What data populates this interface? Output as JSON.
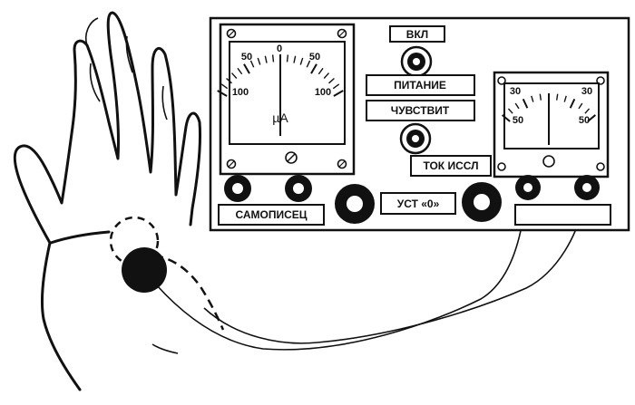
{
  "device": {
    "power_switch_label": "ВКЛ",
    "power_label": "ПИТАНИЕ",
    "sensitivity_label": "ЧУВСТВИТ",
    "test_current_label": "ТОК ИССЛ",
    "recorder_label": "САМОПИСЕЦ",
    "zero_set_label": "УСТ «0»"
  },
  "left_meter": {
    "unit": "µA",
    "scale_labels": [
      "100",
      "50",
      "0",
      "50",
      "100"
    ]
  },
  "right_meter": {
    "scale_labels": [
      "50",
      "30",
      "30",
      "50"
    ]
  },
  "colors": {
    "ink": "#111111",
    "paper": "#ffffff"
  }
}
